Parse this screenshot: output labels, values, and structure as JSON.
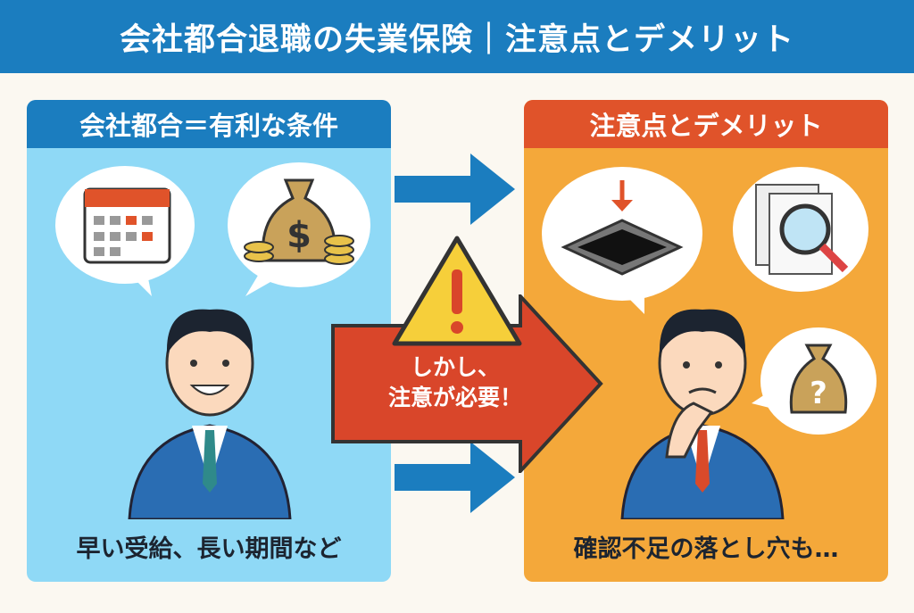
{
  "title": "会社都合退職の失業保険｜注意点とデメリット",
  "left": {
    "header": "会社都合＝有利な条件",
    "footer": "早い受給、長い期間など",
    "icons": [
      "calendar-icon",
      "money-bag-icon",
      "smiling-businessman"
    ]
  },
  "right": {
    "header": "注意点とデメリット",
    "footer": "確認不足の落とし穴も…",
    "icons": [
      "pitfall-icon",
      "document-magnifier-icon",
      "question-money-bag-icon",
      "worried-businessman"
    ]
  },
  "center": {
    "line1": "しかし、",
    "line2": "注意が必要！"
  },
  "colors": {
    "blue": "#1b7dbf",
    "lightblue": "#8fd9f6",
    "orange": "#f4a83a",
    "red": "#e0532a"
  }
}
